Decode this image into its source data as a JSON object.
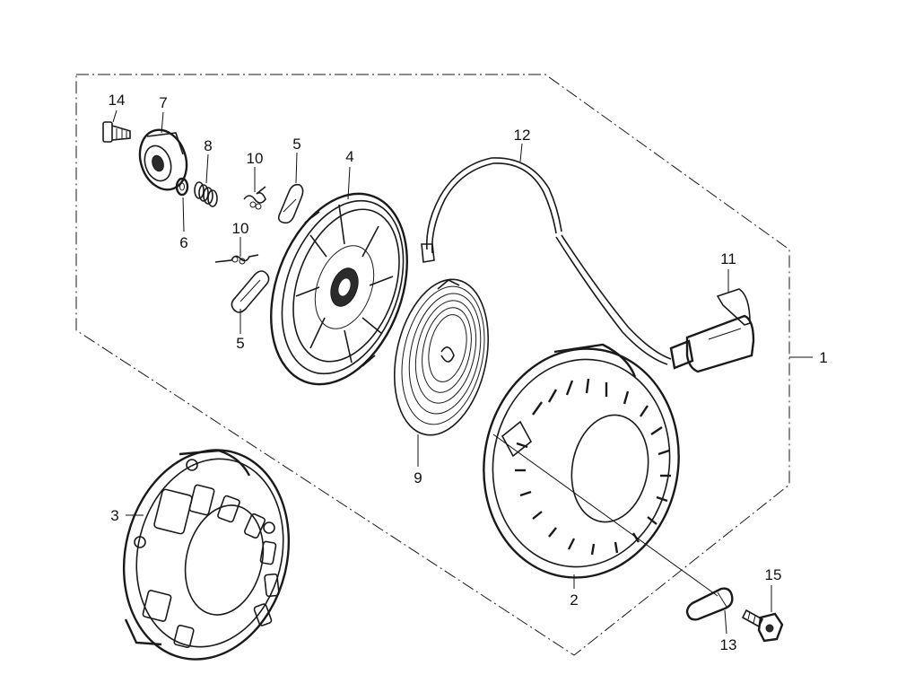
{
  "callouts": {
    "c1": "1",
    "c2": "2",
    "c3": "3",
    "c4": "4",
    "c5_top": "5",
    "c5_bottom": "5",
    "c6": "6",
    "c7": "7",
    "c8": "8",
    "c9": "9",
    "c10_top": "10",
    "c10_bottom": "10",
    "c11": "11",
    "c12": "12",
    "c13": "13",
    "c14": "14",
    "c15": "15"
  }
}
